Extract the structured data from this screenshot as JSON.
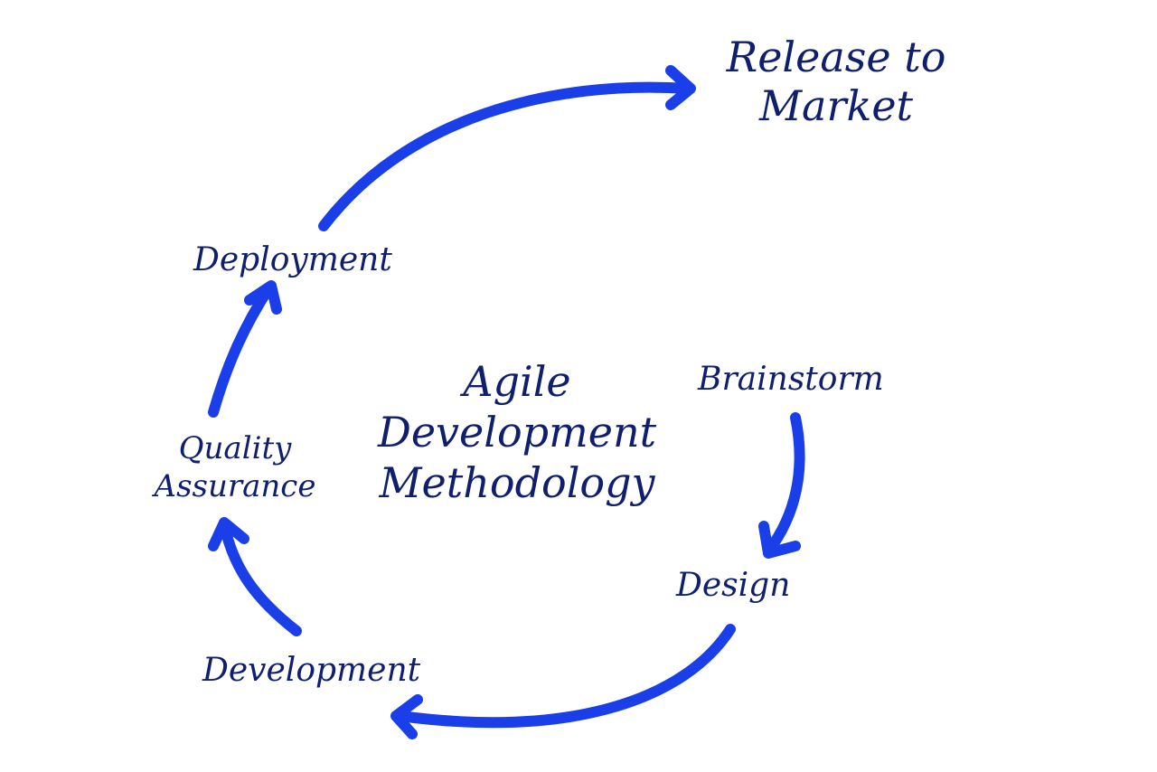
{
  "diagram": {
    "title_lines": [
      "Agile",
      "Development",
      "Methodology"
    ],
    "release_lines": [
      "Release to",
      "Market"
    ],
    "deployment": "Deployment",
    "brainstorm": "Brainstorm",
    "quality_lines": [
      "Quality",
      "Assurance"
    ],
    "design": "Design",
    "development": "Development"
  },
  "colors": {
    "arrow": "#1a3ee8",
    "text": "#0f1f6e",
    "background": "#ffffff"
  }
}
